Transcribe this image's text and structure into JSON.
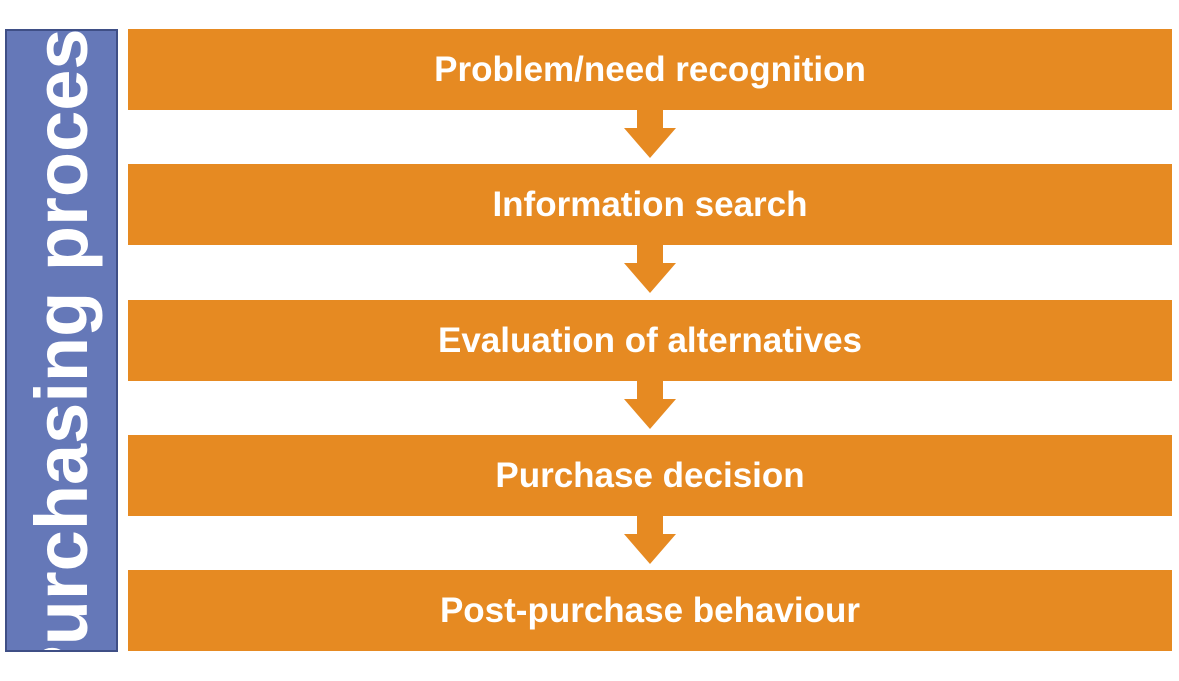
{
  "side_label": "Purchasing process",
  "stages": [
    {
      "label": "Problem/need recognition"
    },
    {
      "label": "Information search"
    },
    {
      "label": "Evaluation of alternatives"
    },
    {
      "label": "Purchase decision"
    },
    {
      "label": "Post-purchase behaviour"
    }
  ],
  "colors": {
    "stage_fill": "#e68a22",
    "side_fill": "#6578b8",
    "side_border": "#3f4f86",
    "text": "#ffffff"
  },
  "icons": {
    "connector": "down-arrow-icon"
  }
}
